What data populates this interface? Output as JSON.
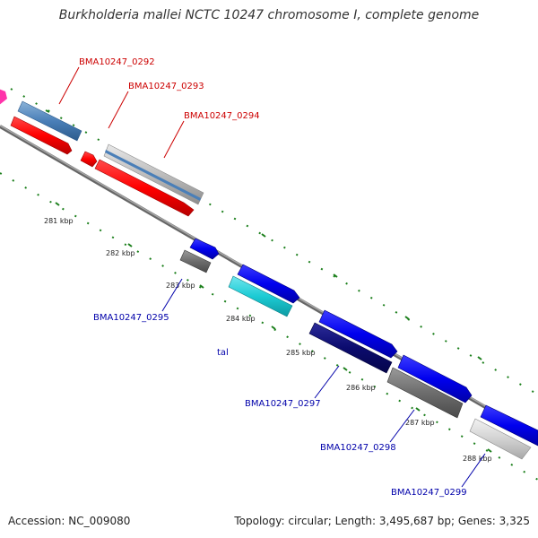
{
  "title": "Burkholderia mallei NCTC 10247 chromosome I, complete genome",
  "footer": {
    "accession": "Accession: NC_009080",
    "summary": "Topology: circular; Length: 3,495,687 bp; Genes: 3,325"
  },
  "colors": {
    "backbone": "#7f7f7f",
    "tick": "#1b7f1b",
    "forward_label": "#cc0000",
    "reverse_label": "#0000aa"
  },
  "ticks": [
    "281 kbp",
    "282 kbp",
    "283 kbp",
    "284 kbp",
    "285 kbp",
    "286 kbp",
    "287 kbp",
    "288 kbp"
  ],
  "forward_genes": [
    {
      "label": "BMA10247_0292"
    },
    {
      "label": "BMA10247_0293"
    },
    {
      "label": "BMA10247_0294"
    }
  ],
  "reverse_genes": [
    {
      "label": "BMA10247_0295"
    },
    {
      "label": "tal"
    },
    {
      "label": "BMA10247_0297"
    },
    {
      "label": "BMA10247_0298"
    },
    {
      "label": "BMA10247_0299"
    }
  ]
}
